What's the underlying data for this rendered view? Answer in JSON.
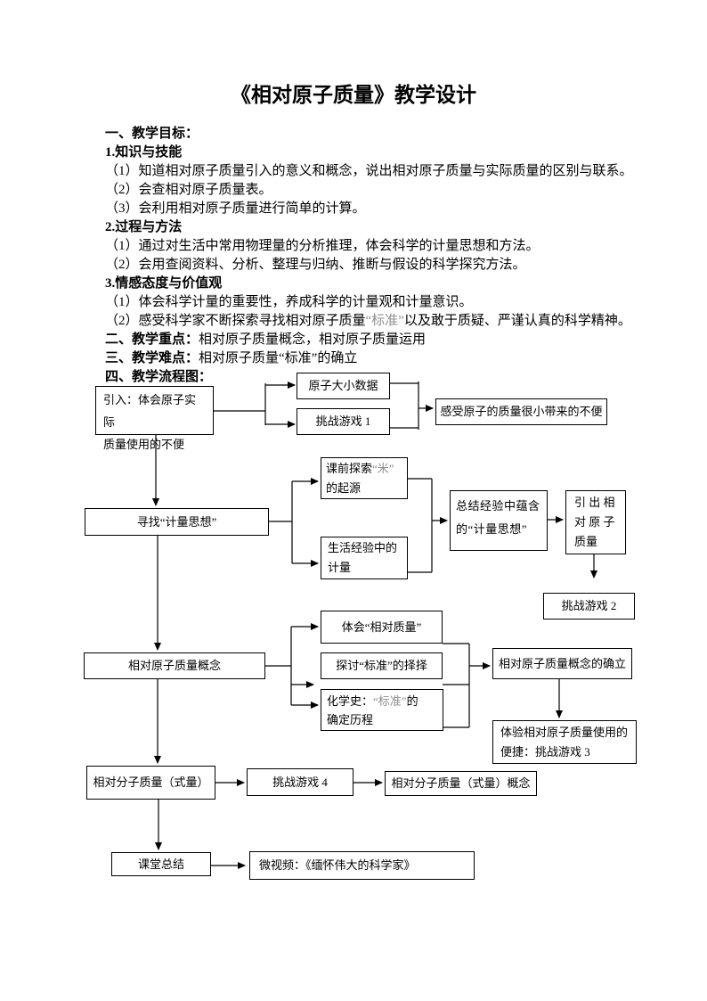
{
  "colors": {
    "text": "#000000",
    "muted_text": "#8f8f8f",
    "box_border": "#000000",
    "page_background": "#ffffff"
  },
  "document": {
    "title": "《相对原子质量》教学设计",
    "objectives_heading": "一、教学目标：",
    "sec1_heading": "1.知识与技能",
    "sec1_items": [
      "（1）知道相对原子质量引入的意义和概念，说出相对原子质量与实际质量的区别与联系。",
      "（2）会查相对原子质量表。",
      "（3）会利用相对原子质量进行简单的计算。"
    ],
    "sec2_heading": "2.过程与方法",
    "sec2_items": [
      "（1）通过对生活中常用物理量的分析推理，体会科学的计量思想和方法。",
      "（2）会用查阅资料、分析、整理与归纳、推断与假设的科学探究方法。"
    ],
    "sec3_heading": "3.情感态度与价值观",
    "sec3_item1": "（1）体会科学计量的重要性，养成科学的计量观和计量意识。",
    "sec3_item2_pre": "（2）感受科学家不断探索寻找相对原子质量",
    "sec3_item2_std": "“标准”",
    "sec3_item2_post": "以及敢于质疑、严谨认真的科学精神。",
    "key_points_label": "二、教学重点：",
    "key_points_text": "相对原子质量概念，相对原子质量运用",
    "difficulty_label": "三、教学难点：",
    "difficulty_text": "相对原子质量“标准”的确立",
    "flow_heading": "四、教学流程图："
  },
  "flow_nodes": {
    "intro": "引入：体会原子实际\n质量使用的不便",
    "atom_data": "原子大小数据",
    "game1": "挑战游戏 1",
    "feel": "感受原子的质量很小带来的不便",
    "seek": "寻找“计量思想”",
    "meter_part1": "课前探索",
    "meter_part2": "“米”",
    "meter_part3": "\n的起源",
    "life": "生活经验中的\n计量",
    "summarize": "总结经验中蕴含\n的“计量思想”",
    "lead": "引 出 相\n对 原 子\n质量",
    "game2": "挑战游戏 2",
    "concept": "相对原子质量概念",
    "rel_mass": "体会“相对质量”",
    "standard_discuss": "探讨“标准”的择择",
    "history_part1": "化学史：",
    "history_part2": "“标准”",
    "history_part3": "的\n确定历程",
    "establish": "相对原子质量概念的确立",
    "experience": "体验相对原子质量使用的\n便捷：挑战游戏 3",
    "formula": "相对分子质量（式量）",
    "game4": "挑战游戏 4",
    "formula_concept": "相对分子质量（式量）概念",
    "summary": "课堂总结",
    "video": "微视频：《缅怀伟大的科学家》"
  }
}
